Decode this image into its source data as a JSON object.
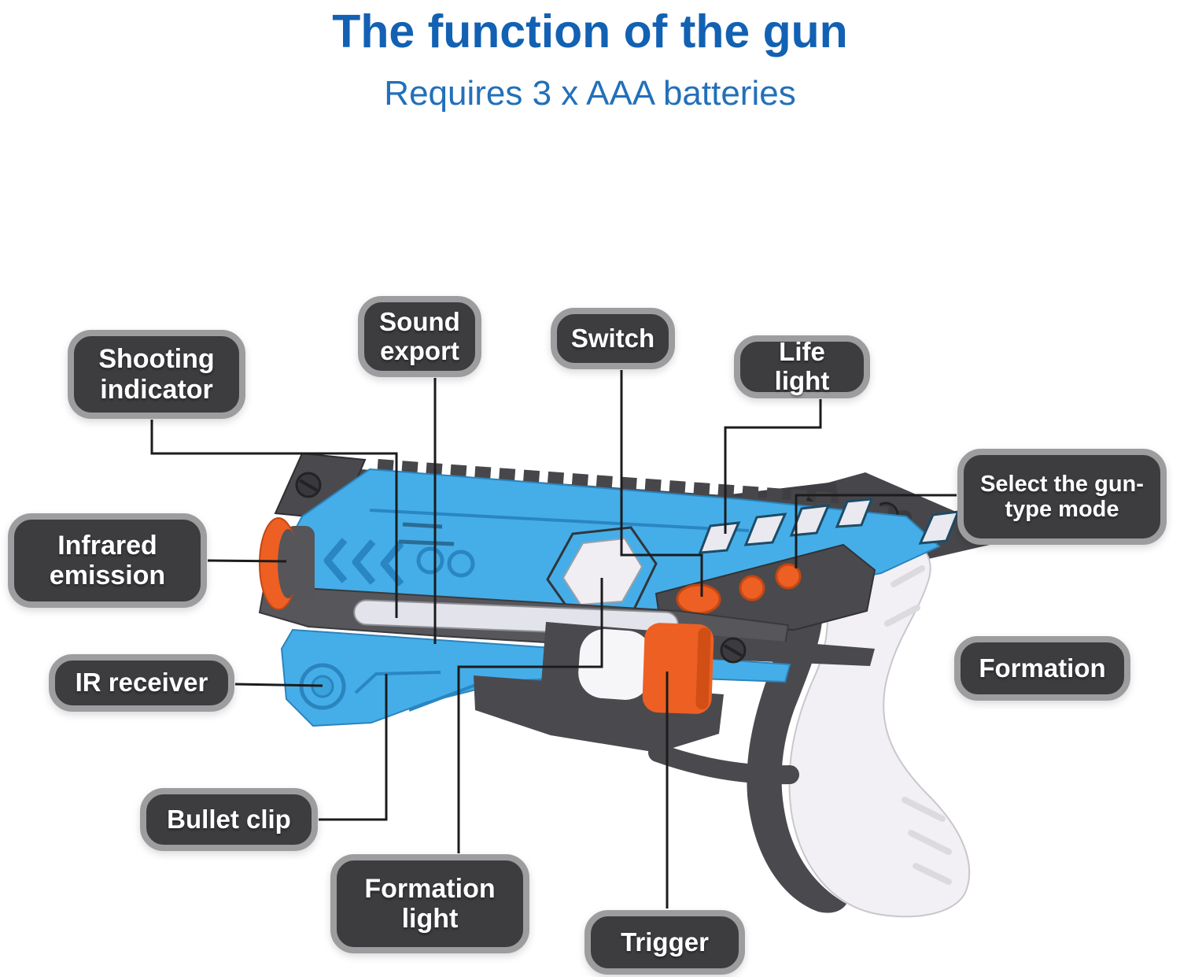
{
  "header": {
    "title": "The function of the gun",
    "subtitle": "Requires 3 x AAA batteries"
  },
  "labels": [
    {
      "id": "shooting-indicator",
      "text": "Shooting indicator"
    },
    {
      "id": "sound-export",
      "text": "Sound export"
    },
    {
      "id": "switch",
      "text": "Switch"
    },
    {
      "id": "life-light",
      "text": "Life light"
    },
    {
      "id": "select-gun-type-mode",
      "text": "Select the gun-type mode"
    },
    {
      "id": "infrared-emission",
      "text": "Infrared emission"
    },
    {
      "id": "ir-receiver",
      "text": "IR receiver"
    },
    {
      "id": "formation",
      "text": "Formation"
    },
    {
      "id": "bullet-clip",
      "text": "Bullet clip"
    },
    {
      "id": "formation-light",
      "text": "Formation light"
    },
    {
      "id": "trigger",
      "text": "Trigger"
    }
  ],
  "colors": {
    "title_blue": "#1261b3",
    "subtitle_blue": "#2270ba",
    "label_background": "#3d3d40",
    "label_border": "#9d9d9f",
    "label_text": "#ffffff",
    "connector_line": "#1c1c1c",
    "gun_blue": "#45aee8",
    "gun_dark_gray": "#47474b",
    "gun_mid_gray": "#56565b",
    "gun_orange": "#ee5f23",
    "gun_white": "#f2f0f4",
    "light_strip": "#e3e3eb"
  }
}
